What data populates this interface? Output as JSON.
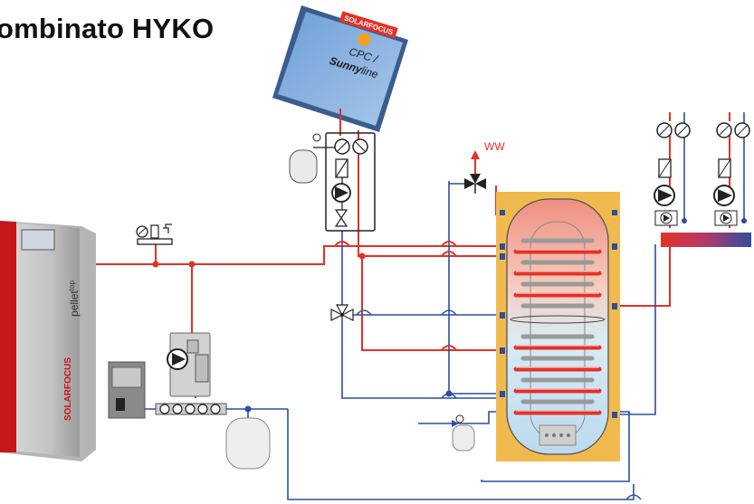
{
  "title": "ombinato HYKO",
  "collector": {
    "brand": "SOLARFOCUS",
    "model_line1": "CPC /",
    "model_line2_a": "Sunny",
    "model_line2_b": "line"
  },
  "boiler": {
    "brand": "SOLARFOCUS",
    "model_a": "pellet",
    "model_b": "top"
  },
  "labels": {
    "hot_water": "WW"
  },
  "colors": {
    "hot_line": "#e53127",
    "cold_line": "#2c4f9e",
    "tank_frame": "#f1ba4e",
    "hydraulic_frame": "#222222"
  },
  "icons": [
    "pump-icon",
    "gauge-icon",
    "expansion-vessel-icon",
    "mixing-valve-icon",
    "check-valve-icon",
    "safety-valve-icon"
  ]
}
